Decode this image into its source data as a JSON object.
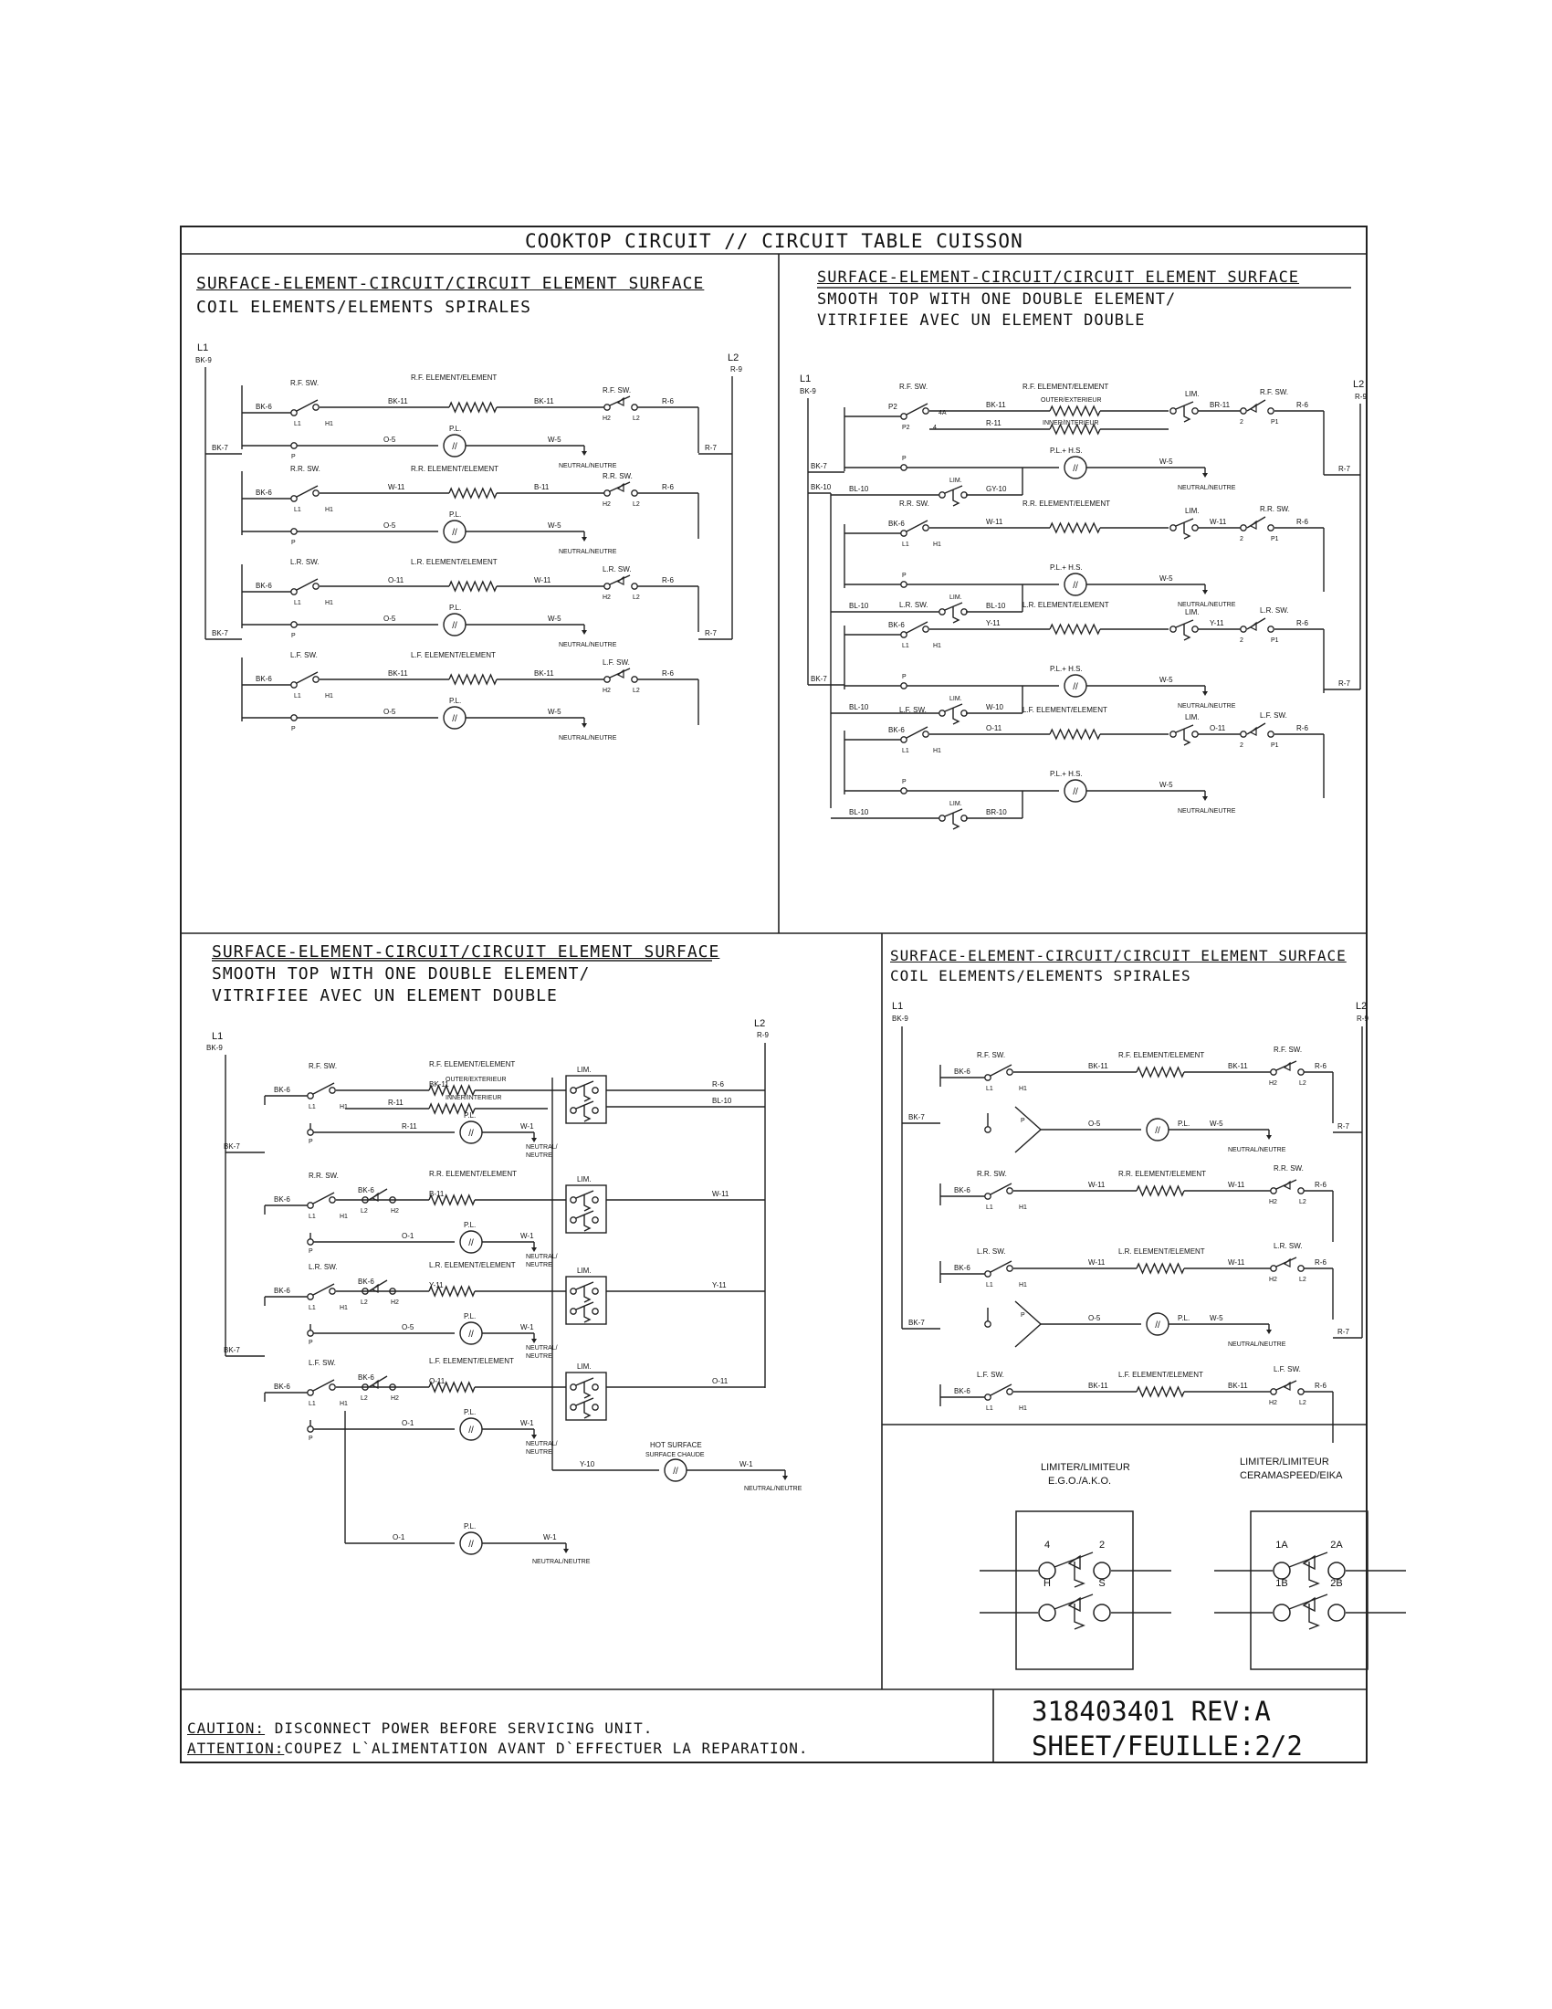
{
  "main_title": "COOKTOP CIRCUIT // CIRCUIT TABLE CUISSON",
  "panels": {
    "top_left": {
      "title": "SURFACE-ELEMENT-CIRCUIT/CIRCUIT ELEMENT SURFACE",
      "subtitle": "COIL ELEMENTS/ELEMENTS SPIRALES",
      "l1": "L1",
      "l1_wire": "BK-9",
      "l2": "L2",
      "l2_wire": "R-9",
      "bus_left": "BK-7",
      "bus_right": "R-7",
      "rungs": [
        {
          "sw": "R.F. SW.",
          "element": "R.F. ELEMENT/ELEMENT",
          "in_wire": "BK-6",
          "w1": "BK-11",
          "w2": "BK-11",
          "pl_wire": "O-5",
          "w_out": "W-5",
          "out_wire": "R-6"
        },
        {
          "sw": "R.R. SW.",
          "element": "R.R. ELEMENT/ELEMENT",
          "in_wire": "BK-6",
          "w1": "W-11",
          "w2": "B-11",
          "pl_wire": "O-5",
          "w_out": "W-5",
          "out_wire": "R-6"
        },
        {
          "sw": "L.R. SW.",
          "element": "L.R. ELEMENT/ELEMENT",
          "in_wire": "BK-6",
          "w1": "O-11",
          "w2": "W-11",
          "pl_wire": "O-5",
          "w_out": "W-5",
          "out_wire": "R-6"
        },
        {
          "sw": "L.F. SW.",
          "element": "L.F. ELEMENT/ELEMENT",
          "in_wire": "BK-6",
          "w1": "BK-11",
          "w2": "BK-11",
          "pl_wire": "O-5",
          "w_out": "W-5",
          "out_wire": "R-6"
        }
      ]
    },
    "top_right": {
      "title": "SURFACE-ELEMENT-CIRCUIT/CIRCUIT ELEMENT SURFACE",
      "subtitle": "SMOOTH TOP WITH ONE DOUBLE ELEMENT/",
      "subtitle2": "VITRIFIEE AVEC UN ELEMENT DOUBLE",
      "l1": "L1",
      "l1_wire": "BK-9",
      "l2": "L2",
      "l2_wire": "R-9",
      "bus_left": "BK-7",
      "bus_right": "R-7",
      "bus_blue": "BK-10",
      "bl": "BL-10",
      "lim": "LIM.",
      "outer": "OUTER/EXTERIEUR",
      "inner": "INNER/INTERIEUR",
      "plhs": "P.L.+ H.S.",
      "rungs": [
        {
          "sw": "R.F. SW.",
          "element": "R.F. ELEMENT/ELEMENT",
          "w1": "BK-11",
          "w2": "BR-11",
          "w_lim": "GY-10",
          "out_wire": "R-6"
        },
        {
          "sw": "R.R. SW.",
          "element": "R.R. ELEMENT/ELEMENT",
          "w1": "W-11",
          "w2": "W-11",
          "w_lim": "BL-10",
          "out_wire": "R-6"
        },
        {
          "sw": "L.R. SW.",
          "element": "L.R. ELEMENT/ELEMENT",
          "w1": "Y-11",
          "w2": "Y-11",
          "w_lim": "W-10",
          "out_wire": "R-6"
        },
        {
          "sw": "L.F. SW.",
          "element": "L.F. ELEMENT/ELEMENT",
          "w1": "O-11",
          "w2": "O-11",
          "w_lim": "BR-10",
          "out_wire": "R-6"
        }
      ]
    },
    "bottom_left": {
      "title": "SURFACE-ELEMENT-CIRCUIT/CIRCUIT ELEMENT SURFACE",
      "subtitle": "SMOOTH TOP WITH ONE DOUBLE ELEMENT/",
      "subtitle2": "VITRIFIEE AVEC UN ELEMENT DOUBLE",
      "l1": "L1",
      "l1_wire": "BK-9",
      "l2": "L2",
      "l2_wire": "R-9",
      "bus_left": "BK-7",
      "lim": "LIM.",
      "hot_surface": "HOT SURFACE",
      "hot_surface_fr": "SURFACE CHAUDE",
      "outer": "OUTER/EXTERIEUR",
      "inner": "INNER/INTERIEUR",
      "pl": "P.L.",
      "rungs": [
        {
          "sw": "R.F. SW.",
          "element": "R.F. ELEMENT/ELEMENT",
          "w1": "BK-11",
          "w2": "R-11",
          "right": "R-6",
          "right2": "BL-10"
        },
        {
          "sw": "R.R. SW.",
          "element": "R.R. ELEMENT/ELEMENT",
          "w1": "B-11",
          "w2": "O-1",
          "right": "W-11",
          "right2": ""
        },
        {
          "sw": "L.R. SW.",
          "element": "L.R. ELEMENT/ELEMENT",
          "w1": "Y-11",
          "w2": "O-5",
          "right": "Y-11",
          "right2": ""
        },
        {
          "sw": "L.F. SW.",
          "element": "L.F. ELEMENT/ELEMENT",
          "w1": "O-11",
          "w2": "O-1",
          "right": "O-11",
          "right2": ""
        }
      ],
      "hot_wire_left": "Y-10",
      "hot_wire_right": "W-1",
      "neutral_neutre": "NEUTRAL/NEUTRE"
    },
    "bottom_right": {
      "title": "SURFACE-ELEMENT-CIRCUIT/CIRCUIT ELEMENT SURFACE",
      "subtitle": "COIL ELEMENTS/ELEMENTS SPIRALES",
      "l1": "L1",
      "l1_wire": "BK-9",
      "l2": "L2",
      "l2_wire": "R-9",
      "bus_left": "BK-7",
      "bus_right": "R-7",
      "rungs": [
        {
          "sw": "R.F. SW.",
          "element": "R.F. ELEMENT/ELEMENT",
          "in_wire": "BK-6",
          "w1": "BK-11",
          "w2": "BK-11",
          "out_wire": "R-6"
        },
        {
          "sw": "R.R. SW.",
          "element": "R.R. ELEMENT/ELEMENT",
          "in_wire": "BK-6",
          "w1": "W-11",
          "w2": "W-11",
          "out_wire": "R-6"
        },
        {
          "sw": "L.R. SW.",
          "element": "L.R. ELEMENT/ELEMENT",
          "in_wire": "BK-6",
          "w1": "W-11",
          "w2": "W-11",
          "out_wire": "R-6"
        },
        {
          "sw": "L.F. SW.",
          "element": "L.F. ELEMENT/ELEMENT",
          "in_wire": "BK-6",
          "w1": "BK-11",
          "w2": "BK-11",
          "out_wire": "R-6"
        }
      ],
      "pl_wire": "O-5",
      "pl_out": "W-5"
    },
    "limiter": {
      "left_title": "LIMITER/LIMITEUR",
      "left_sub": "E.G.O./A.K.O.",
      "right_title": "LIMITER/LIMITEUR",
      "right_sub": "CERAMASPEED/EIKA",
      "left_terms": [
        "4",
        "2",
        "H",
        "S"
      ],
      "right_terms": [
        "1A",
        "2A",
        "1B",
        "2B"
      ]
    }
  },
  "common": {
    "pl": "P.L.",
    "neutral": "NEUTRAL/NEUTRE",
    "neutral_split_a": "NEUTRAL/",
    "neutral_split_b": "NEUTRE",
    "t_l1": "L1",
    "t_h1": "H1",
    "t_h2": "H2",
    "t_l2": "L2",
    "t_p": "P",
    "t_p1": "P1",
    "t_p2": "P2",
    "t_2": "2",
    "t_4": "4",
    "t_4a": "4A"
  },
  "footer": {
    "caution_label": "CAUTION:",
    "caution_text": " DISCONNECT POWER BEFORE SERVICING UNIT.",
    "attention_label": "ATTENTION:",
    "attention_text": "COUPEZ L`ALIMENTATION AVANT D`EFFECTUER LA REPARATION.",
    "part_number": "318403401 REV:A",
    "sheet": "SHEET/FEUILLE:2/2"
  }
}
